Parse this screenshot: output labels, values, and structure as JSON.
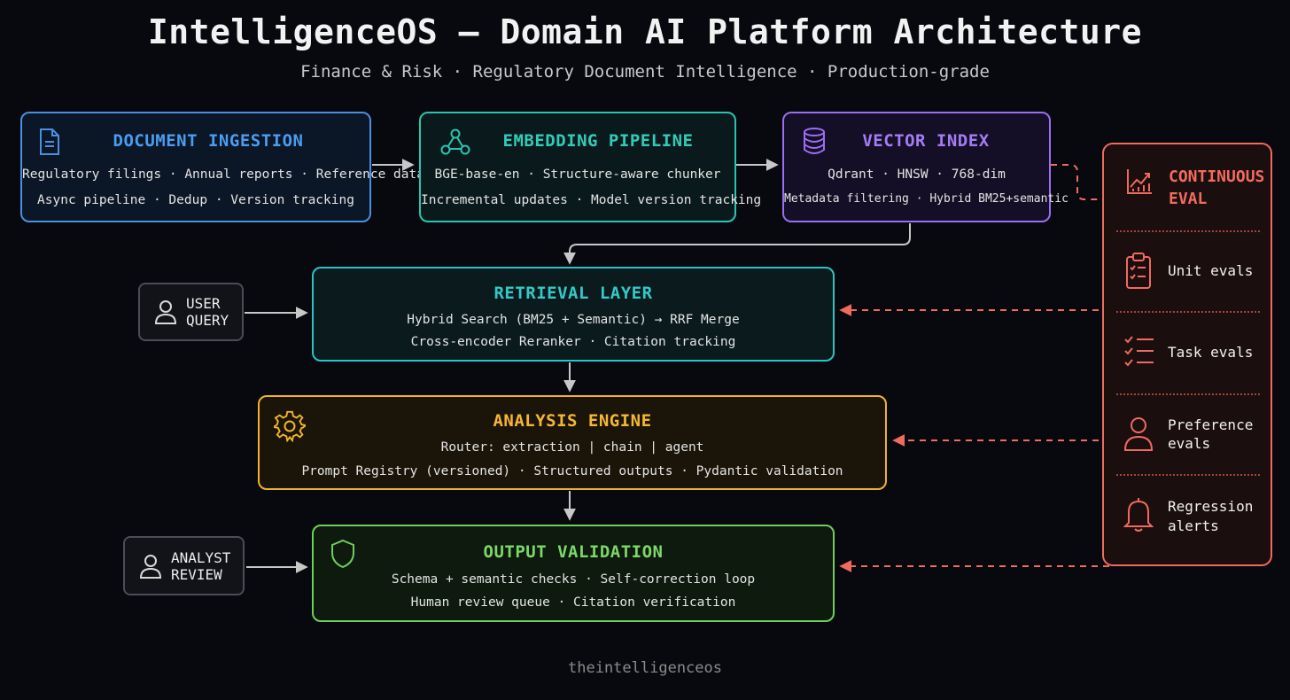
{
  "header": {
    "title": "IntelligenceOS – Domain AI Platform Architecture",
    "subtitle": "Finance & Risk · Regulatory Document Intelligence · Production-grade"
  },
  "components": {
    "ingestion": {
      "title": "DOCUMENT INGESTION",
      "line1": "Regulatory filings · Annual reports · Reference data",
      "line2": "Async pipeline · Dedup · Version tracking",
      "color": "#4a90e2",
      "icon": "document-icon"
    },
    "embedding": {
      "title": "EMBEDDING PIPELINE",
      "line1": "BGE-base-en · Structure-aware chunker",
      "line2": "Incremental updates · Model version tracking",
      "color": "#2bc4b0",
      "icon": "graph-nodes-icon"
    },
    "vector": {
      "title": "VECTOR INDEX",
      "line1": "Qdrant · HNSW · 768-dim",
      "line2": "Metadata filtering · Hybrid BM25+semantic",
      "color": "#9b6ef3",
      "icon": "database-icon"
    },
    "retrieval": {
      "title": "RETRIEVAL LAYER",
      "line1": "Hybrid Search (BM25 + Semantic) → RRF Merge",
      "line2": "Cross-encoder Reranker · Citation tracking",
      "color": "#2bc4c4"
    },
    "analysis": {
      "title": "ANALYSIS ENGINE",
      "line1": "Router: extraction | chain | agent",
      "line2": "Prompt Registry (versioned) · Structured outputs · Pydantic validation",
      "color": "#f0b429",
      "icon": "gear-icon"
    },
    "output": {
      "title": "OUTPUT VALIDATION",
      "line1": "Schema + semantic checks · Self-correction loop",
      "line2": "Human review queue · Citation verification",
      "color": "#6fcf5a",
      "icon": "shield-icon"
    }
  },
  "inputs": {
    "user_query": {
      "line1": "USER",
      "line2": "QUERY",
      "icon": "user-icon"
    },
    "analyst_review": {
      "line1": "ANALYST",
      "line2": "REVIEW",
      "icon": "user-icon"
    }
  },
  "eval": {
    "title_line1": "CONTINUOUS",
    "title_line2": "EVAL",
    "color": "#f06a5d",
    "icon": "chart-icon",
    "items": [
      {
        "line1": "Unit evals",
        "line2": "",
        "icon": "clipboard-icon"
      },
      {
        "line1": "Task evals",
        "line2": "",
        "icon": "checklist-icon"
      },
      {
        "line1": "Preference",
        "line2": "evals",
        "icon": "user-icon"
      },
      {
        "line1": "Regression",
        "line2": "alerts",
        "icon": "bell-icon"
      }
    ]
  },
  "footer": {
    "text": "theintelligenceos"
  }
}
